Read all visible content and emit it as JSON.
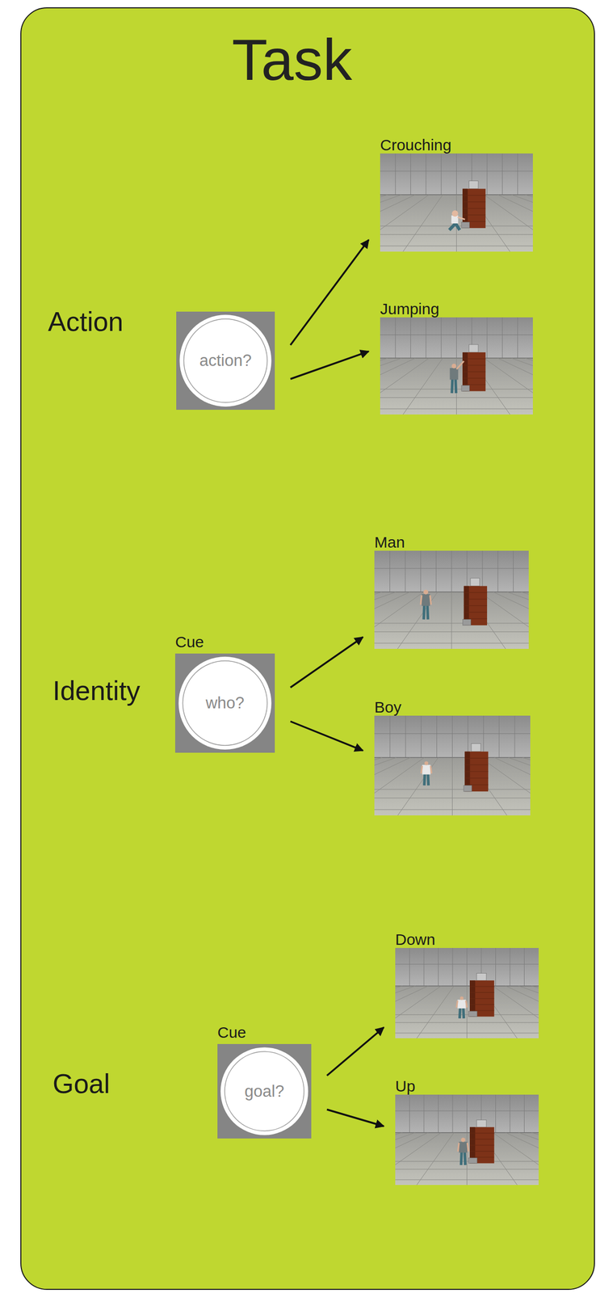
{
  "diagram": {
    "title": "Task",
    "nodes": [
      {
        "text": [
          "action?"
        ]
      },
      {
        "text": [
          "Crouching"
        ]
      },
      {
        "text": [
          "Jumping"
        ]
      },
      {
        "text": [
          "Cue",
          "who?"
        ]
      },
      {
        "text": [
          "Man"
        ]
      },
      {
        "text": [
          "Boy"
        ]
      },
      {
        "text": [
          "Cue",
          "goal?"
        ]
      },
      {
        "text": [
          "Down"
        ]
      },
      {
        "text": [
          "Up"
        ]
      }
    ],
    "edges": [
      {
        "from": 0,
        "to": 1,
        "arrow": "to"
      },
      {
        "from": 0,
        "to": 2,
        "arrow": "to"
      },
      {
        "from": 3,
        "to": 4,
        "arrow": "to"
      },
      {
        "from": 3,
        "to": 5,
        "arrow": "to"
      },
      {
        "from": 6,
        "to": 7,
        "arrow": "to"
      },
      {
        "from": 6,
        "to": 8,
        "arrow": "to"
      }
    ],
    "labels": [
      "Action",
      "Identity",
      "Goal"
    ]
  }
}
